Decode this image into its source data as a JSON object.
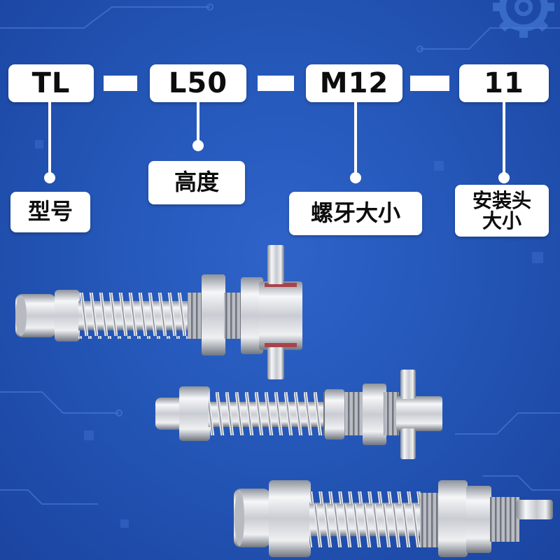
{
  "model_code": {
    "segments": [
      "TL",
      "L50",
      "M12",
      "11"
    ]
  },
  "labels": {
    "model": "型号",
    "height": "高度",
    "thread_size": "螺牙大小",
    "mount_head_line1": "安装头",
    "mount_head_line2": "大小"
  },
  "colors": {
    "background": "#2457b8",
    "box": "#ffffff",
    "text": "#0d0d0d",
    "metal_light": "#f2f3f5",
    "metal_dark": "#7d8290"
  },
  "illustration": {
    "subject": "spring-loaded vacuum suction cup holders with barbed hose fittings",
    "count": 3
  }
}
